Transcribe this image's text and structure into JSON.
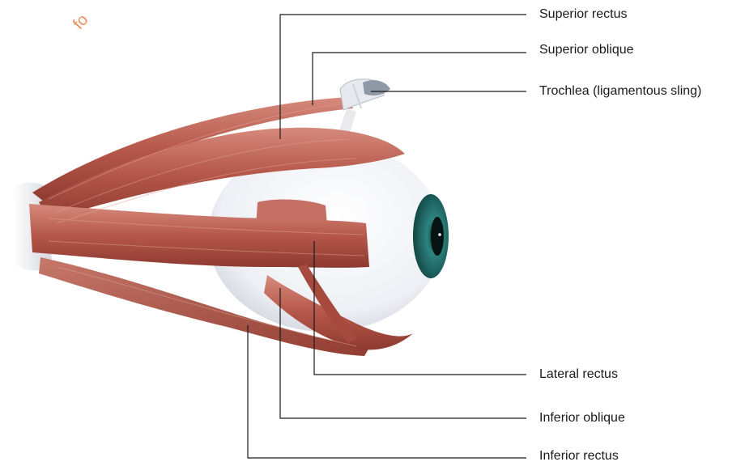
{
  "labels": {
    "superior_rectus": "Superior rectus",
    "superior_oblique": "Superior oblique",
    "trochlea": "Trochlea (ligamentous sling)",
    "lateral_rectus": "Lateral rectus",
    "inferior_oblique": "Inferior oblique",
    "inferior_rectus": "Inferior rectus"
  },
  "watermark": "fo",
  "colors": {
    "muscle": "#b5574a",
    "muscle_dark": "#8e3a30",
    "muscle_light": "#d9897b",
    "sclera": "#f1f2f6",
    "iris": "#1f6f6c",
    "tendon": "#e9e9ee",
    "leader_line": "#1a1a1a"
  }
}
